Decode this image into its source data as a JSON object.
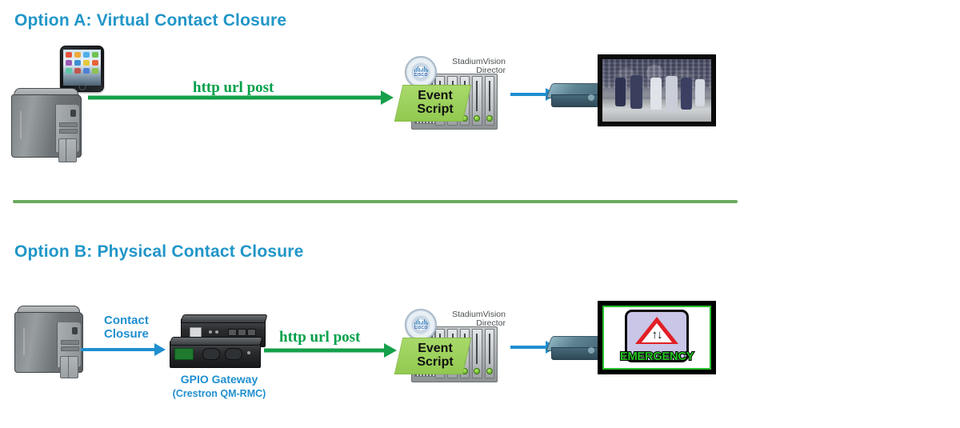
{
  "page": {
    "background": "#ffffff",
    "heading_color": "#2196c8",
    "green_flow_color": "#16a04b",
    "blue_flow_color": "#1f8fd0",
    "divider_color": "#6aab5e"
  },
  "option_a": {
    "title": "Option A: Virtual Contact Closure",
    "flow_label": "http url post",
    "tablet": {
      "name": "tablet"
    },
    "pc": {
      "name": "pc-tower"
    },
    "server": {
      "brand": "cisco",
      "product_line1": "StadiumVision",
      "product_line2": "Director",
      "banner_line1": "Event",
      "banner_line2": "Script",
      "bay_count": 5
    },
    "set_top_box": {
      "name": "set-top-box"
    },
    "display": {
      "content": "football-game"
    }
  },
  "option_b": {
    "title": "Option B: Physical Contact Closure",
    "contact_label_line1": "Contact",
    "contact_label_line2": "Closure",
    "flow_label": "http url post",
    "gateway": {
      "caption": "GPIO Gateway",
      "sub_caption": "(Crestron QM-RMC)"
    },
    "pc": {
      "name": "pc-tower"
    },
    "server": {
      "brand": "cisco",
      "product_line1": "StadiumVision",
      "product_line2": "Director",
      "banner_line1": "Event",
      "banner_line2": "Script",
      "bay_count": 5
    },
    "set_top_box": {
      "name": "set-top-box"
    },
    "display": {
      "content": "emergency-sign",
      "word": "EMERGENCY",
      "arrows": "↑↓"
    }
  }
}
